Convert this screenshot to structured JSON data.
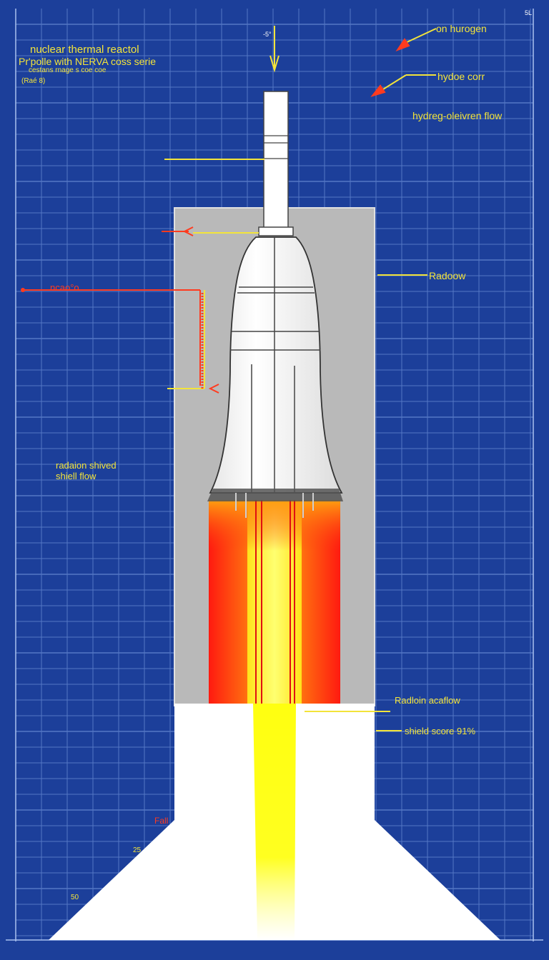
{
  "title": {
    "line1": "nuclear  thermal reactol",
    "line2": "Pr'polle with NERVA coss seriе",
    "line3": "cestans rnage s coe coe",
    "line4": "(Raé 8)"
  },
  "callouts": {
    "top_marker": "-5°",
    "on_hydrogen": "on hurogen",
    "hydroe_corr": "hydoe corr",
    "hydrogen_flow": "hydreg-oleivren flow",
    "radiation_right": "Radoow",
    "red_left": "ncao°o",
    "radiation_shield_1": "radaion shived",
    "radiation_shield_2": "shiell flow",
    "radiation_aceflow": "Radloin acaflow",
    "shield_score": "shield score 91%",
    "red_bottom": "Fall",
    "num_25": "25",
    "num_50": "50",
    "corner_tr": "5L"
  },
  "colors": {
    "background": "#1c3f9a",
    "grid": "#6c8fd6",
    "annotation_yellow": "#f3e43a",
    "annotation_red": "#ff3b1f",
    "shield_gray": "#b9b9b9",
    "rocket_white": "#ffffff",
    "exhaust_yellow": "#ffff1a"
  }
}
